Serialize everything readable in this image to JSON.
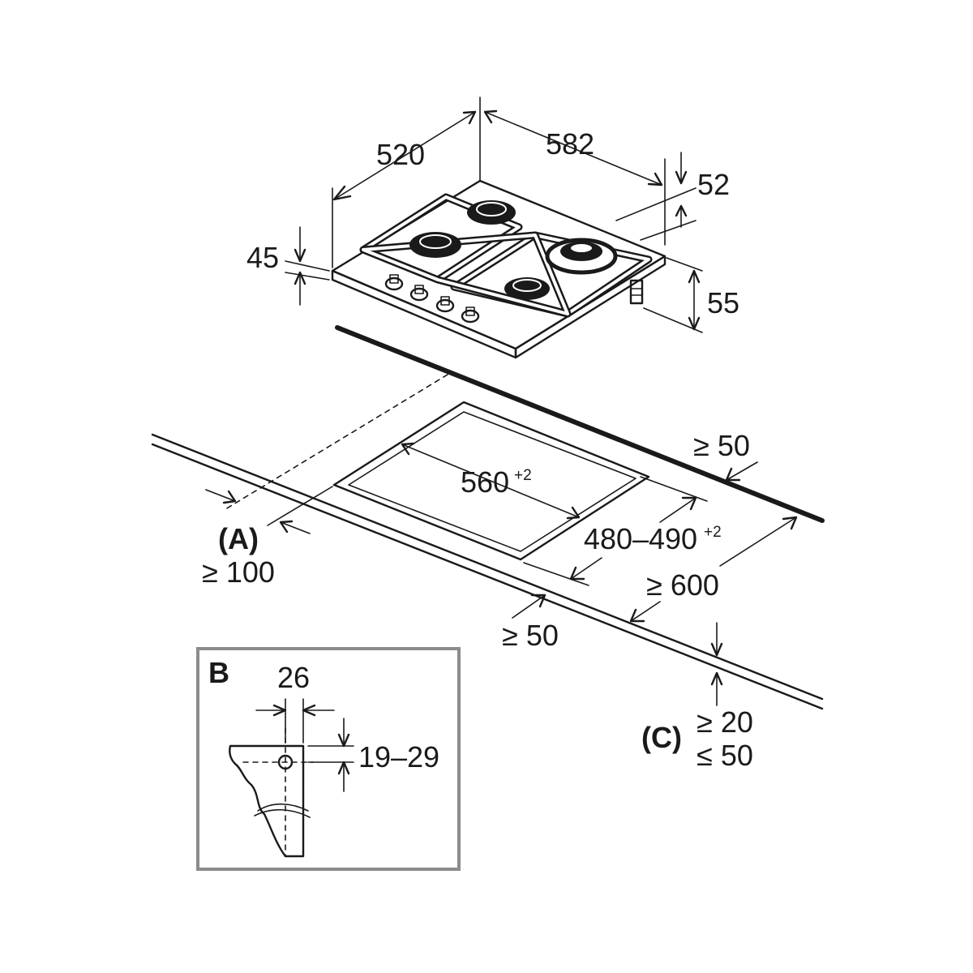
{
  "hob": {
    "dim_depth": "520",
    "dim_width": "582",
    "dim_gasconn_offset": "52",
    "dim_top_height": "45",
    "dim_total_height": "55"
  },
  "cutout": {
    "width_label": "560",
    "width_tolerance": "+2",
    "depth_label": "480–490",
    "depth_tolerance": "+2",
    "back_clearance": "≥ 50",
    "front_clearance": "≥ 50",
    "counter_depth": "≥ 600",
    "side_marker": "(A)",
    "side_clearance": "≥ 100",
    "thickness_marker": "(C)",
    "thickness_min": "≥ 20",
    "thickness_max": "≤ 50"
  },
  "detail_b": {
    "marker": "B",
    "dim_width": "26",
    "dim_height": "19–29"
  },
  "colors": {
    "line": "#1a1a1a",
    "frame": "#8c8c8c",
    "background": "#ffffff"
  }
}
